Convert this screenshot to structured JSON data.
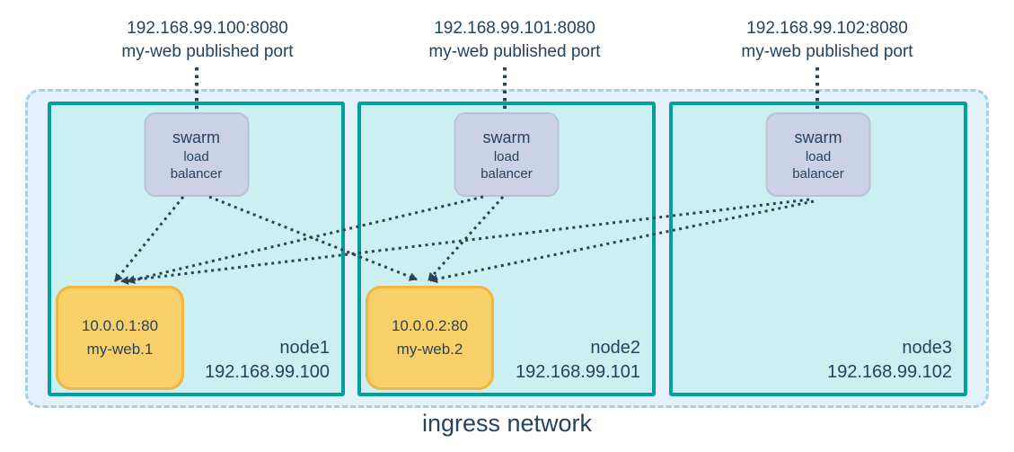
{
  "diagram": {
    "title": "ingress network",
    "published_ports": [
      {
        "address": "192.168.99.100:8080",
        "caption": "my-web published port"
      },
      {
        "address": "192.168.99.101:8080",
        "caption": "my-web published port"
      },
      {
        "address": "192.168.99.102:8080",
        "caption": "my-web published port"
      }
    ],
    "load_balancer_label": [
      "swarm",
      "load",
      "balancer"
    ],
    "nodes": [
      {
        "name": "node1",
        "ip": "192.168.99.100",
        "task": {
          "address": "10.0.0.1:80",
          "name": "my-web.1"
        }
      },
      {
        "name": "node2",
        "ip": "192.168.99.101",
        "task": {
          "address": "10.0.0.2:80",
          "name": "my-web.2"
        }
      },
      {
        "name": "node3",
        "ip": "192.168.99.102",
        "task": null
      }
    ],
    "connections": [
      {
        "from": "published-port-192.168.99.100:8080",
        "to": "node1-load-balancer"
      },
      {
        "from": "published-port-192.168.99.101:8080",
        "to": "node2-load-balancer"
      },
      {
        "from": "published-port-192.168.99.102:8080",
        "to": "node3-load-balancer"
      },
      {
        "from": "node1-load-balancer",
        "to": "my-web.1"
      },
      {
        "from": "node1-load-balancer",
        "to": "my-web.2"
      },
      {
        "from": "node2-load-balancer",
        "to": "my-web.1"
      },
      {
        "from": "node2-load-balancer",
        "to": "my-web.2"
      },
      {
        "from": "node3-load-balancer",
        "to": "my-web.1"
      },
      {
        "from": "node3-load-balancer",
        "to": "my-web.2"
      }
    ]
  },
  "colors": {
    "ink": "#25425f",
    "wire": "#2c4257",
    "net-fill": "#e3f1fa",
    "net-border": "#a5cfe6",
    "node-fill": "#ccf0f1",
    "node-border": "#01a09f",
    "lb-fill": "#ccd2e5",
    "lb-border": "#b9c0da",
    "task-fill": "#f9d06a",
    "task-border": "#f0b63e"
  }
}
